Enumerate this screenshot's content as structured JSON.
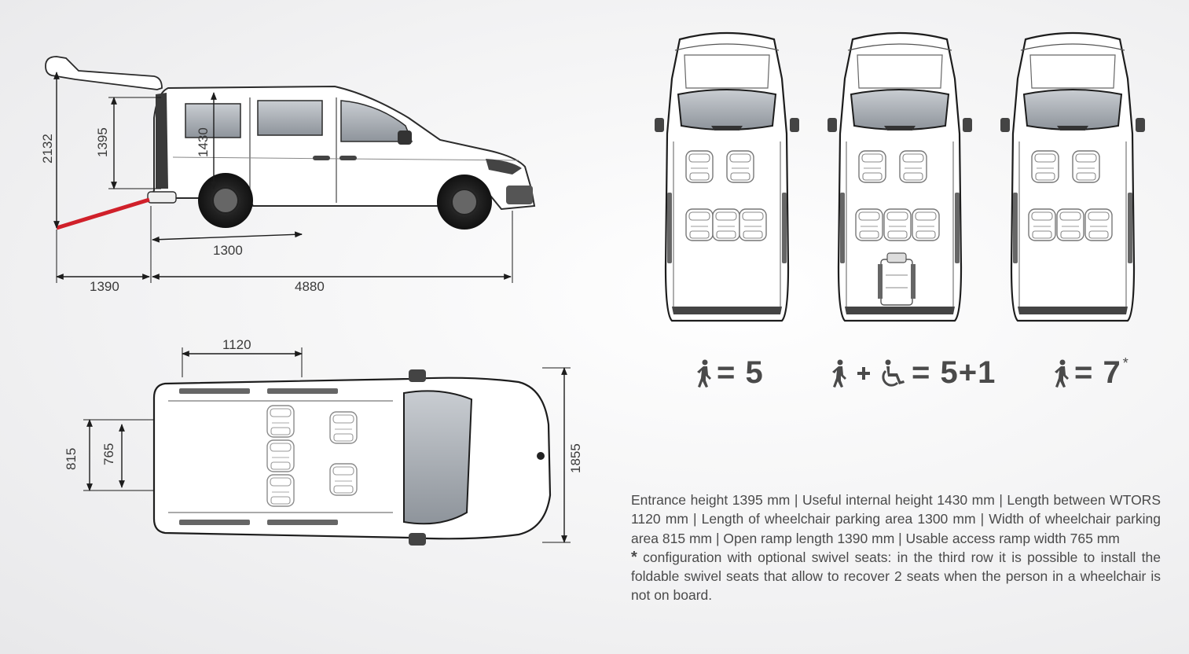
{
  "dimensions": {
    "overall_height": "2132",
    "entrance_height": "1395",
    "internal_height": "1430",
    "parking_length": "1300",
    "ramp_length": "1390",
    "vehicle_length": "4880",
    "wtors_length": "1120",
    "parking_width": "815",
    "ramp_width": "765",
    "vehicle_width": "1855"
  },
  "configurations": [
    {
      "text": "= 5",
      "star": ""
    },
    {
      "text": "= 5+1",
      "star": ""
    },
    {
      "text": "= 7",
      "star": "*"
    }
  ],
  "description": {
    "main": "Entrance height 1395 mm | Useful internal height 1430 mm | Length between WTORS 1120 mm | Length of wheelchair parking area 1300 mm | Width of wheelchair parking area 815 mm | Open ramp length 1390 mm | Usable access ramp width 765 mm",
    "star": "*",
    "note": " configuration with optional swivel seats: in the third row it is possible to install the foldable swivel seats that allow to recover 2 seats when the person in a wheelchair is not on board."
  },
  "icons": {
    "person": "person-walking-icon",
    "wheelchair": "wheelchair-icon",
    "plus": "plus-icon"
  },
  "colors": {
    "ramp": "#d0202a",
    "text": "#4a4a4a",
    "line": "#2b2b2b"
  }
}
